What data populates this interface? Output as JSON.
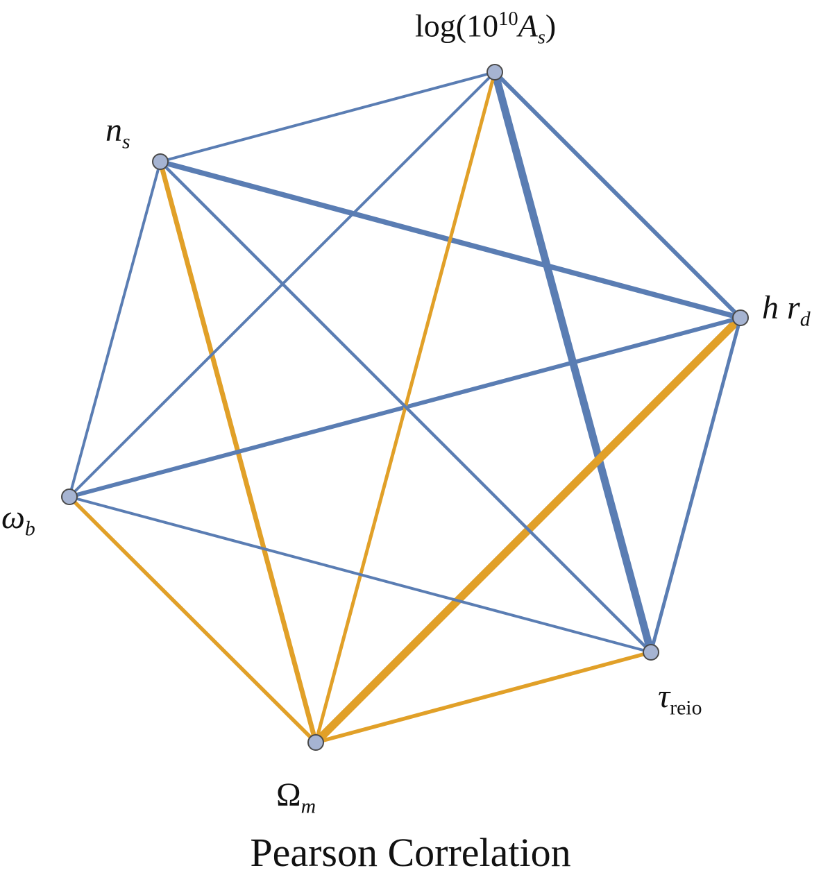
{
  "title": "Pearson Correlation",
  "colors": {
    "positive": "#5a7db3",
    "negative": "#e1a028",
    "node_fill": "#a6b4d2",
    "node_stroke": "#4a4a4a"
  },
  "nodes": [
    {
      "id": "logAs",
      "text": "log(10",
      "sup": "10",
      "main": "A",
      "sub": "s",
      "close": ")"
    },
    {
      "id": "hrd",
      "main": "h r",
      "sub": "d"
    },
    {
      "id": "treio",
      "main": "τ",
      "sub": "reio"
    },
    {
      "id": "Om",
      "main": "Ω",
      "sub": "m"
    },
    {
      "id": "wb",
      "main": "ω",
      "sub": "b"
    },
    {
      "id": "ns",
      "main": "n",
      "sub": "s"
    }
  ],
  "edges": [
    {
      "from": "logAs",
      "to": "treio",
      "sign": "positive",
      "strength": 0.9
    },
    {
      "from": "hrd",
      "to": "Om",
      "sign": "negative",
      "strength": 0.95
    },
    {
      "from": "ns",
      "to": "hrd",
      "sign": "positive",
      "strength": 0.55
    },
    {
      "from": "ns",
      "to": "Om",
      "sign": "negative",
      "strength": 0.5
    },
    {
      "from": "wb",
      "to": "hrd",
      "sign": "positive",
      "strength": 0.4
    },
    {
      "from": "logAs",
      "to": "hrd",
      "sign": "positive",
      "strength": 0.4
    },
    {
      "from": "wb",
      "to": "Om",
      "sign": "negative",
      "strength": 0.35
    },
    {
      "from": "Om",
      "to": "treio",
      "sign": "negative",
      "strength": 0.35
    },
    {
      "from": "hrd",
      "to": "treio",
      "sign": "positive",
      "strength": 0.3
    },
    {
      "from": "logAs",
      "to": "Om",
      "sign": "negative",
      "strength": 0.3
    },
    {
      "from": "ns",
      "to": "treio",
      "sign": "positive",
      "strength": 0.25
    },
    {
      "from": "ns",
      "to": "logAs",
      "sign": "positive",
      "strength": 0.2
    },
    {
      "from": "logAs",
      "to": "wb",
      "sign": "positive",
      "strength": 0.2
    },
    {
      "from": "ns",
      "to": "wb",
      "sign": "positive",
      "strength": 0.2
    },
    {
      "from": "wb",
      "to": "treio",
      "sign": "positive",
      "strength": 0.2
    }
  ]
}
